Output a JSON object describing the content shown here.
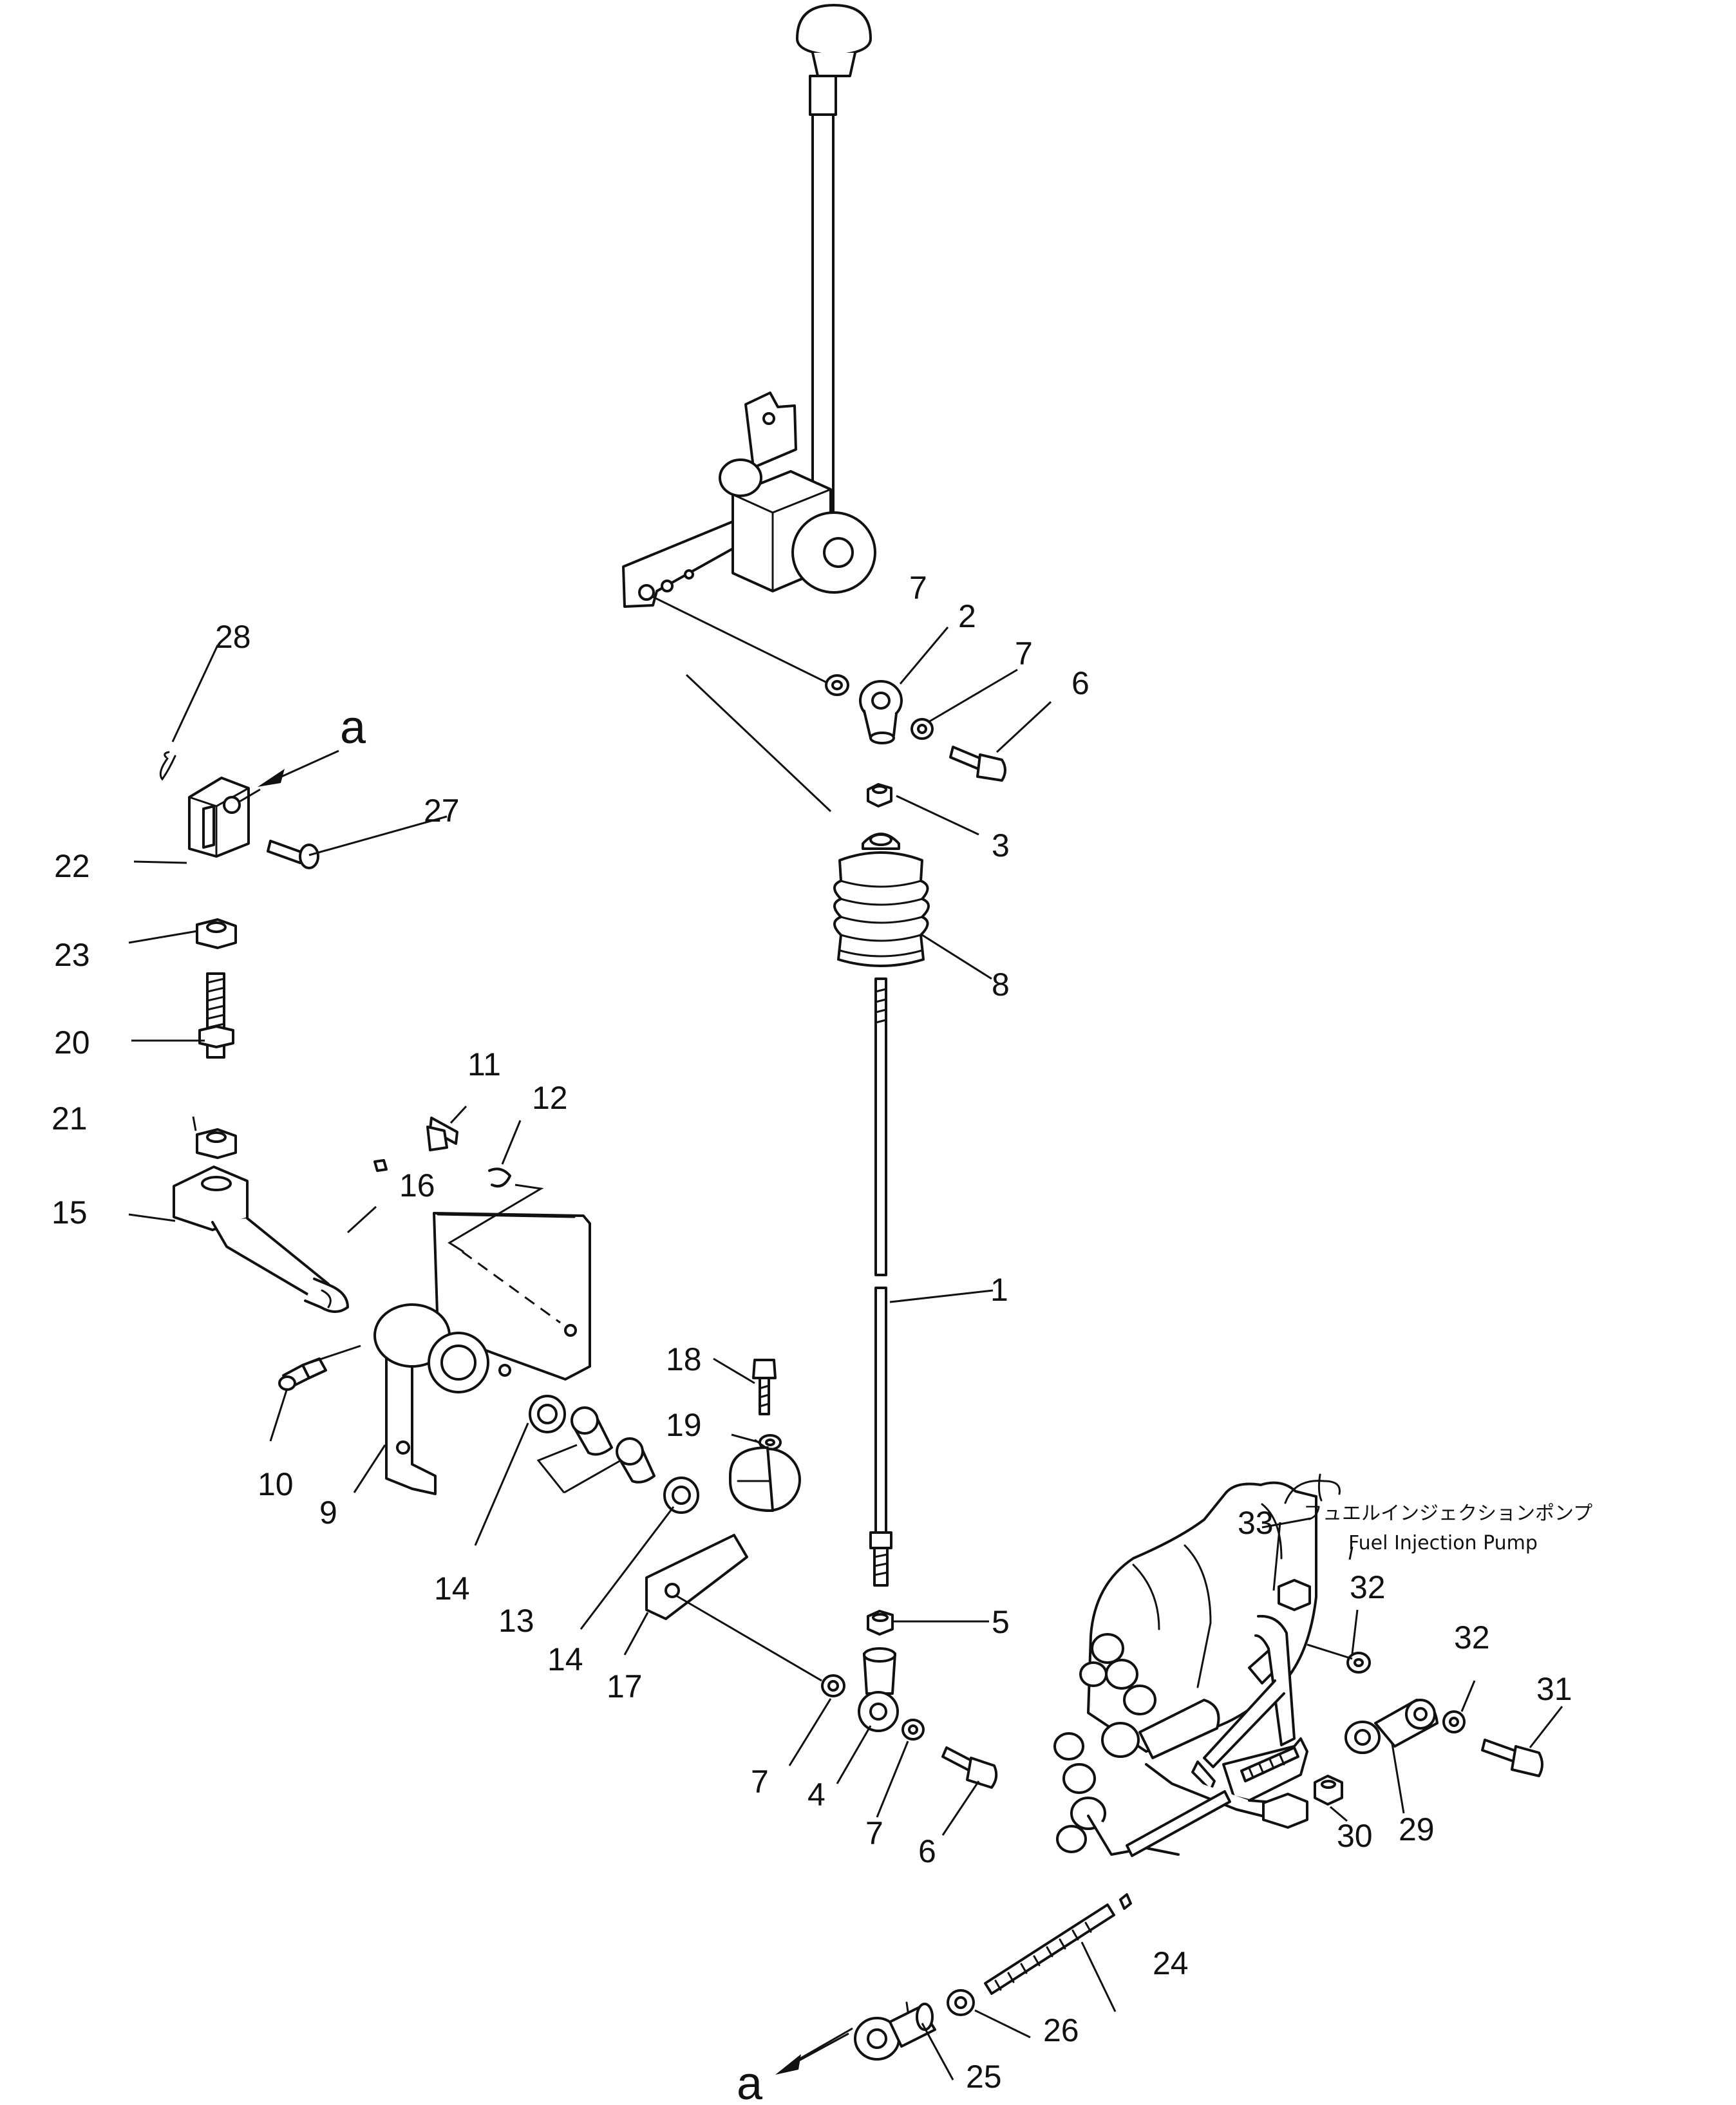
{
  "diagram": {
    "part_numbers": [
      "1",
      "2",
      "3",
      "4",
      "5",
      "6",
      "6",
      "7",
      "7",
      "7",
      "7",
      "8",
      "9",
      "10",
      "11",
      "12",
      "13",
      "14",
      "14",
      "15",
      "16",
      "17",
      "18",
      "19",
      "20",
      "21",
      "22",
      "23",
      "24",
      "25",
      "26",
      "27",
      "28",
      "29",
      "30",
      "31",
      "32",
      "32",
      "33"
    ],
    "connector_marks": [
      "a",
      "a"
    ],
    "fuel_pump_label_jp": "フュエルインジェクションポンプ",
    "fuel_pump_label_en": "Fuel Injection Pump",
    "line_color": "#111111",
    "background_color": "#ffffff"
  }
}
